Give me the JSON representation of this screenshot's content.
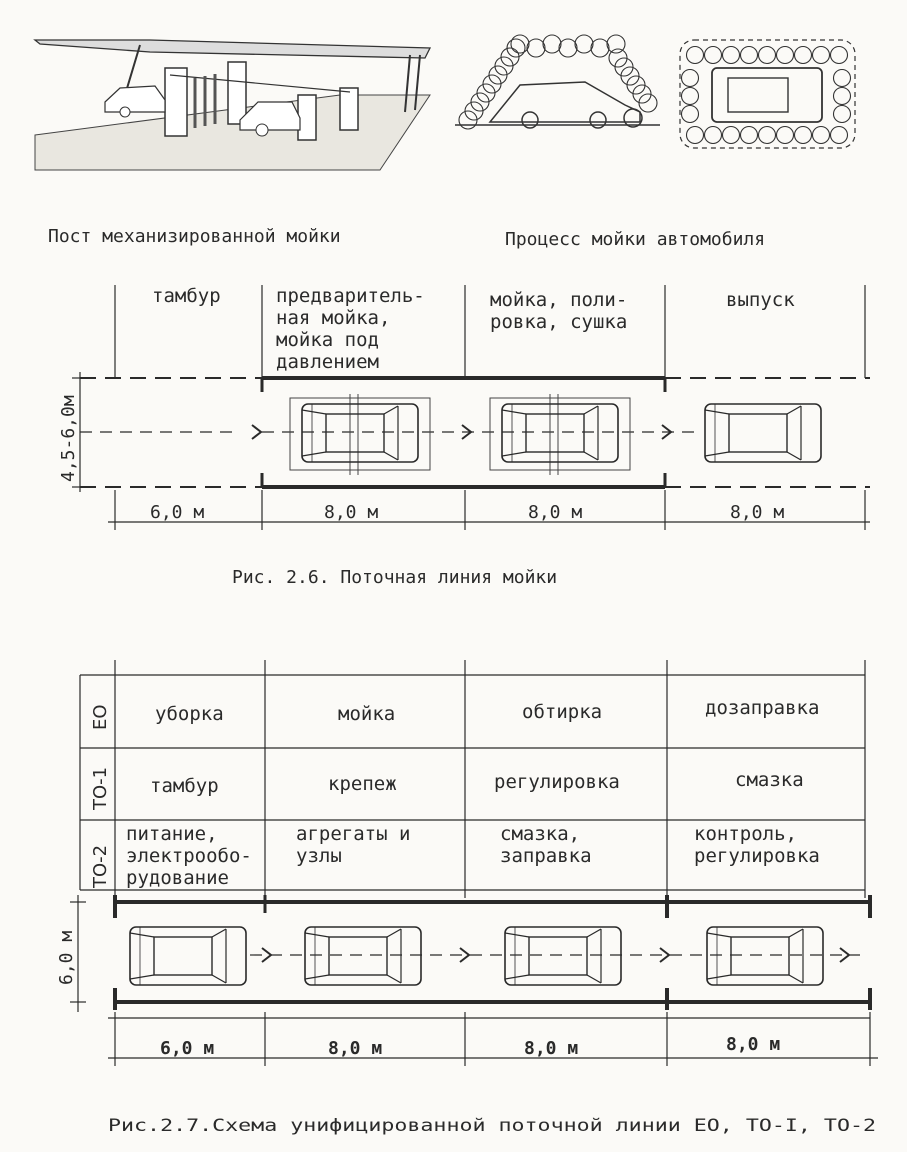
{
  "illustrations": {
    "left_caption": "Пост механизированной мойки",
    "right_caption": "Процесс мойки автомобиля"
  },
  "fig26": {
    "zones": [
      {
        "lines": [
          "тамбур"
        ]
      },
      {
        "lines": [
          "предваритель-",
          "ная мойка,",
          "мойка под",
          "давлением"
        ]
      },
      {
        "lines": [
          "мойка, поли-",
          "ровка, сушка"
        ]
      },
      {
        "lines": [
          "выпуск"
        ]
      }
    ],
    "width_label": "4,5-6,0м",
    "dims": [
      "6,0 м",
      "8,0 м",
      "8,0 м",
      "8,0 м"
    ],
    "caption": "Рис. 2.6. Поточная линия мойки"
  },
  "fig27": {
    "row_labels": [
      "ЕО",
      "ТО-1",
      "ТО-2"
    ],
    "rows": [
      [
        [
          "уборка"
        ],
        [
          "мойка"
        ],
        [
          "обтирка"
        ],
        [
          "дозаправка"
        ]
      ],
      [
        [
          "тамбур"
        ],
        [
          "крепеж"
        ],
        [
          "регулировка"
        ],
        [
          "смазка"
        ]
      ],
      [
        [
          "питание,",
          "электрообо-",
          "рудование"
        ],
        [
          "агрегаты и",
          "узлы"
        ],
        [
          "смазка,",
          "заправка"
        ],
        [
          "контроль,",
          "регулировка"
        ]
      ]
    ],
    "width_label": "6,0 м",
    "dims": [
      "6,0 м",
      "8,0 м",
      "8,0 м",
      "8,0 м"
    ],
    "caption": "Рис.2.7.Схема унифицированной поточной линии ЕО, ТО-I, ТО-2"
  }
}
